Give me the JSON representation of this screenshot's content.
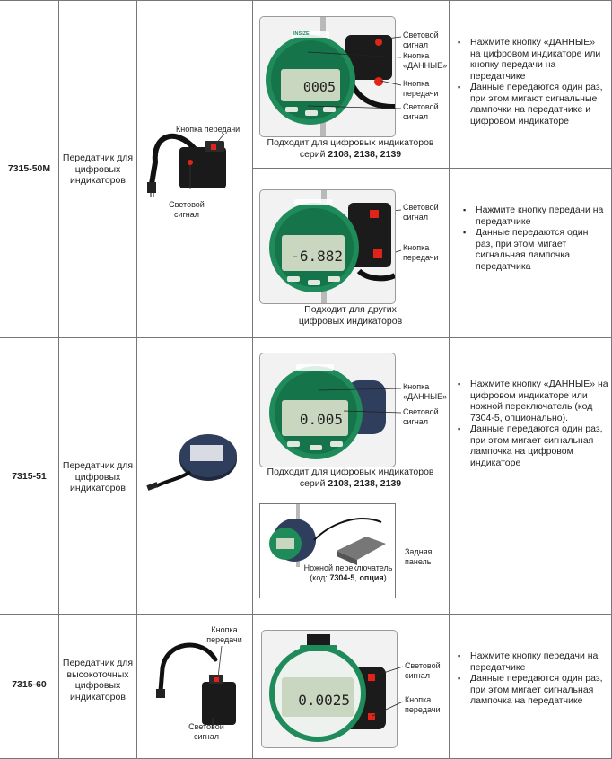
{
  "rows": [
    {
      "code": "7315-50M",
      "description": "Передатчик для цифровых индикаторов",
      "device_labels": {
        "button": "Кнопка передачи",
        "signal": "Световой сигнал"
      },
      "panels": [
        {
          "display": "0005",
          "labels": {
            "signal": "Световой сигнал",
            "data": "Кнопка «ДАННЫЕ»",
            "button": "Кнопка передачи",
            "signal2": "Световой сигнал"
          },
          "caption_line1": "Подходит для цифровых индикаторов",
          "caption_prefix": "серий ",
          "caption_series": "2108, 2138, 2139",
          "notes": [
            "Нажмите кнопку «ДАННЫЕ» на цифровом индикаторе или кнопку передачи на передатчике",
            "Данные передаются один раз, при этом мигают сигнальные лампочки на передатчике и цифровом индикаторе"
          ]
        },
        {
          "display": "-6.882",
          "labels": {
            "signal": "Световой сигнал",
            "button": "Кнопка передачи"
          },
          "caption_line1": "Подходит для других",
          "caption_line2": "цифровых индикаторов",
          "notes": [
            "Нажмите кнопку передачи на передатчике",
            "Данные передаются один раз, при этом мигает сигнальная лампочка передатчика"
          ]
        }
      ]
    },
    {
      "code": "7315-51",
      "description": "Передатчик для цифровых индикаторов",
      "panel": {
        "display": "0.005",
        "labels": {
          "data": "Кнопка «ДАННЫЕ»",
          "signal": "Световой сигнал"
        },
        "caption_line1": "Подходит для цифровых индикаторов",
        "caption_prefix": "серий ",
        "caption_series": "2108, 2138, 2139"
      },
      "footswitch": {
        "back_panel": "Задняя панель",
        "label_line1": "Ножной переключатель",
        "label_prefix": "(код: ",
        "label_code": "7304-5",
        "label_sep": ", ",
        "label_option": "опция",
        "label_suffix": ")"
      },
      "notes": [
        "Нажмите кнопку «ДАННЫЕ» на цифровом индикаторе или ножной переключатель (код 7304-5, опционально).",
        "Данные передаются один раз, при этом мигает сигнальная лампочка на цифровом индикаторе"
      ]
    },
    {
      "code": "7315-60",
      "description": "Передатчик для высокоточных цифровых индикаторов",
      "device_labels": {
        "button": "Кнопка передачи",
        "signal": "Световой сигнал"
      },
      "panel": {
        "display": "0.0025",
        "labels": {
          "signal": "Световой сигнал",
          "button": "Кнопка передачи"
        }
      },
      "notes": [
        "Нажмите кнопку передачи на передатчике",
        "Данные передаются один раз, при этом мигает сигнальная лампочка на передатчике"
      ]
    }
  ],
  "brand": "INSIZE",
  "colors": {
    "indicator_green": "#1f8a5a",
    "lcd": "#c9d6c0",
    "signal_red": "#e2231a",
    "line": "#777777"
  }
}
